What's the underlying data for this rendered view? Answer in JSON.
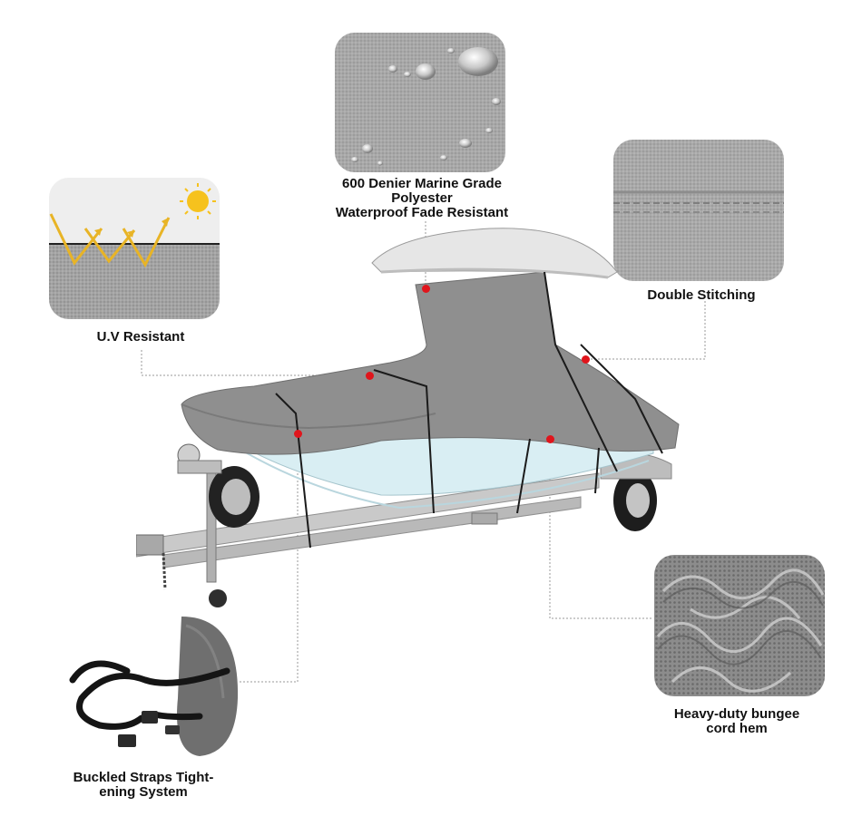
{
  "features": {
    "fabric": {
      "line1": "600 Denier Marine Grade",
      "line2": "Polyester",
      "line3": "Waterproof Fade Resistant"
    },
    "uv": {
      "label": "U.V Resistant"
    },
    "stitching": {
      "label": "Double Stitching"
    },
    "bungee": {
      "line1": "Heavy-duty bungee",
      "line2": "cord hem"
    },
    "straps": {
      "line1": "Buckled Straps Tight-",
      "line2": "ening System"
    }
  },
  "colors": {
    "marker": "#e0151c",
    "cover": "#8f8f8f",
    "hull": "#d9eef3",
    "leader": "#9a9a9a"
  }
}
